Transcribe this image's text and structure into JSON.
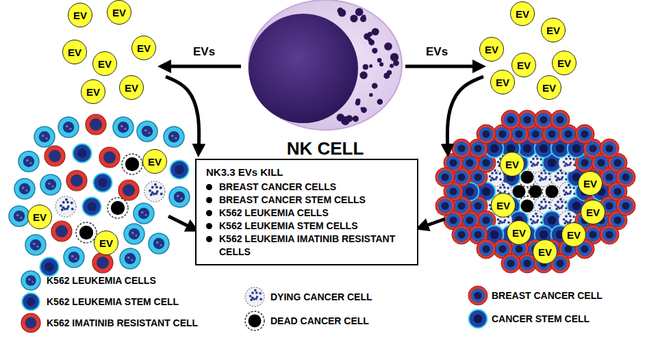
{
  "diagram": {
    "nodes": [
      {
        "text": [
          "EV"
        ]
      },
      {
        "text": [
          "EV"
        ]
      },
      {
        "text": [
          "EV"
        ]
      },
      {
        "text": [
          "EV"
        ]
      },
      {
        "text": [
          "EV"
        ]
      },
      {
        "text": [
          "EV"
        ]
      },
      {
        "text": [
          "EV"
        ]
      },
      {
        "text": [
          "NK CELL"
        ]
      },
      {
        "text": [
          "EV"
        ]
      },
      {
        "text": [
          "EV"
        ]
      },
      {
        "text": [
          "EV"
        ]
      },
      {
        "text": [
          "EV"
        ]
      },
      {
        "text": [
          "EV"
        ]
      },
      {
        "text": [
          "EV"
        ]
      },
      {
        "text": [
          "EV"
        ]
      },
      {
        "text": [
          "EV"
        ]
      },
      {
        "text": [
          "EV"
        ]
      },
      {
        "text": [
          "EV"
        ]
      },
      {
        "text": [
          "NK3.3 EVs KILL",
          "BREAST CANCER CELLS",
          "BREAST CANCER STEM CELLS",
          "K562 LEUKEMIA CELLS",
          "K562 LEUKEMIA STEM CELLS",
          "K562 LEUKEMIA IMATINIB RESISTANT CELLS"
        ]
      },
      {
        "text": [
          "EV"
        ]
      },
      {
        "text": [
          "EV"
        ]
      },
      {
        "text": [
          "EV"
        ]
      },
      {
        "text": [
          "EV"
        ]
      },
      {
        "text": [
          "EV"
        ]
      },
      {
        "text": [
          "EV"
        ]
      },
      {
        "text": [
          "EV"
        ]
      }
    ],
    "labels": [
      "EVs",
      "EVs"
    ],
    "legend": [
      {
        "text": "K562 LEUKEMIA CELLS"
      },
      {
        "text": "K562 LEUKEMIA STEM CELL"
      },
      {
        "text": "K562 IMATINIB RESISTANT CELL"
      },
      {
        "text": "DYING CANCER CELL"
      },
      {
        "text": "DEAD CANCER CELL"
      },
      {
        "text": "BREAST CANCER CELL"
      },
      {
        "text": "CANCER STEM CELL"
      }
    ]
  }
}
